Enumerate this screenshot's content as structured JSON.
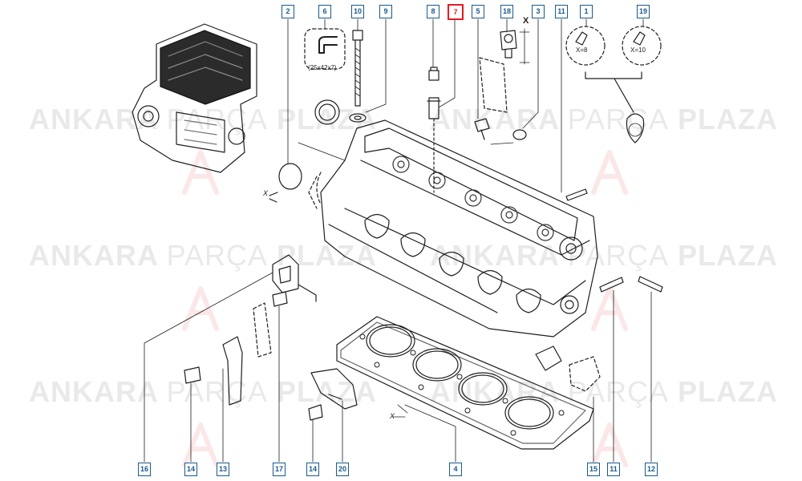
{
  "watermark": {
    "brand_a": "ANKARA",
    "brand_b": "PARÇA",
    "brand_c": "PLAZA"
  },
  "selected_part": "7",
  "callouts": [
    "2",
    "6",
    "10",
    "9",
    "8",
    "7",
    "5",
    "18",
    "3",
    "11",
    "1",
    "19",
    "16",
    "14",
    "13",
    "17",
    "14",
    "20",
    "4",
    "15",
    "11",
    "12"
  ],
  "notes": {
    "seal_size": "(25x42x7)",
    "bolt_x8": "X=8",
    "bolt_x10": "X=10",
    "x_mark": "X"
  },
  "colors": {
    "callout": "#1a5a8c",
    "selected": "#e21b22",
    "line": "#1e1e1e"
  }
}
